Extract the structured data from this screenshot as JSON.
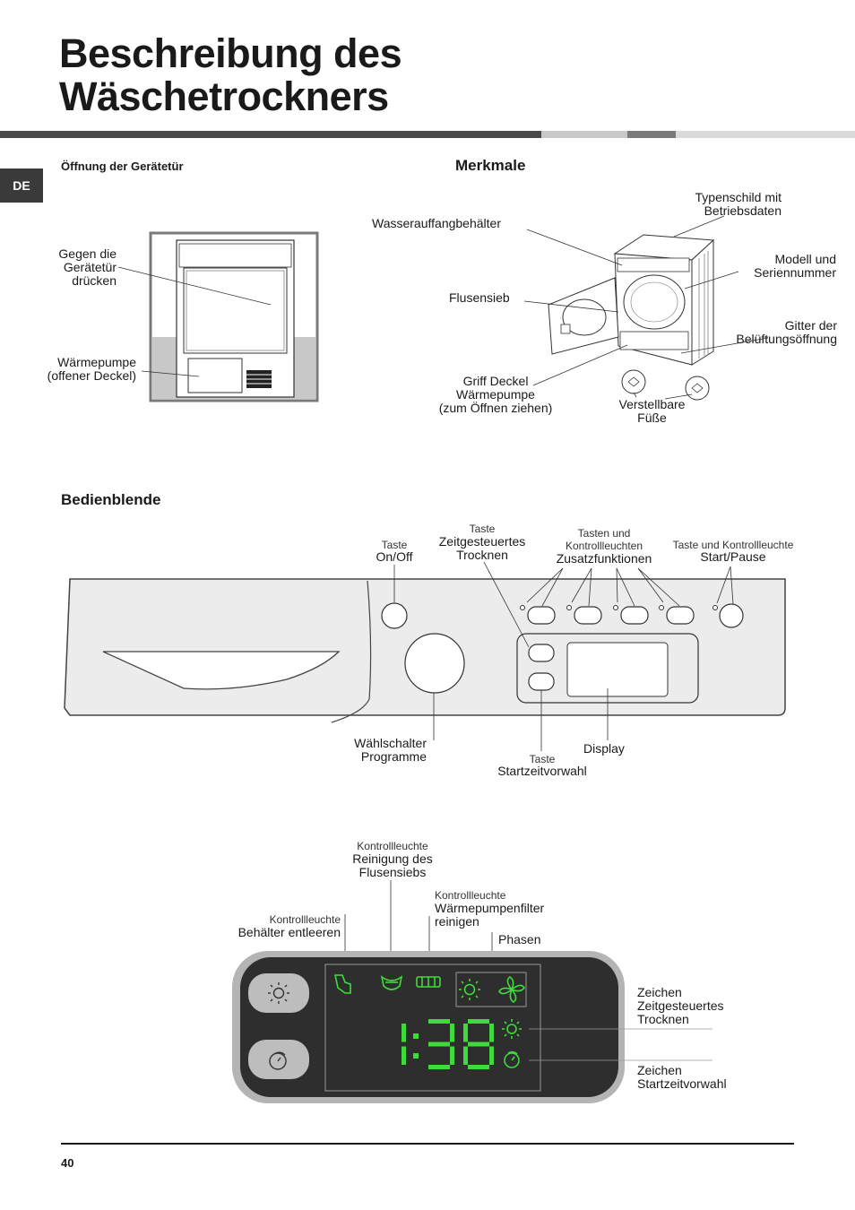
{
  "header": {
    "title_line1": "Beschreibung des",
    "title_line2": "Wäschetrockners",
    "language_tab": "DE"
  },
  "door_section": {
    "heading": "Öffnung der Gerätetür",
    "label_press_line1": "Gegen die",
    "label_press_line2": "Gerätetür",
    "label_press_line3": "drücken",
    "label_heatpump_line1": "Wärmepumpe",
    "label_heatpump_line2": "(offener Deckel)"
  },
  "features_section": {
    "heading": "Merkmale",
    "label_water_tank": "Wasserauffangbehälter",
    "label_rating_line1": "Typenschild mit",
    "label_rating_line2": "Betriebsdaten",
    "label_model_line1": "Modell und",
    "label_model_line2": "Seriennummer",
    "label_filter": "Flusensieb",
    "label_grille_line1": "Gitter der",
    "label_grille_line2": "Belüftungsöffnung",
    "label_handle_line1": "Griff Deckel",
    "label_handle_line2": "Wärmepumpe",
    "label_handle_line3": "(zum Öffnen ziehen)",
    "label_feet_line1": "Verstellbare",
    "label_feet_line2": "Füße"
  },
  "control_panel": {
    "heading": "Bedienblende",
    "onoff_small": "Taste",
    "onoff_label": "On/Off",
    "timed_small": "Taste",
    "timed_line1": "Zeitgesteuertes",
    "timed_line2": "Trocknen",
    "options_small_line1": "Tasten und",
    "options_small_line2": "Kontrollleuchten",
    "options_label": "Zusatzfunktionen",
    "start_small": "Taste und Kontrollleuchte",
    "start_label": "Start/Pause",
    "selector_line1": "Wählschalter",
    "selector_line2": "Programme",
    "delay_small": "Taste",
    "delay_label": "Startzeitvorwahl",
    "display_label": "Display"
  },
  "display_detail": {
    "empty_small": "Kontrollleuchte",
    "empty_label": "Behälter entleeren",
    "clean_filter_small": "Kontrollleuchte",
    "clean_filter_line1": "Reinigung des",
    "clean_filter_line2": "Flusensiebs",
    "hp_filter_small": "Kontrollleuchte",
    "hp_filter_line1": "Wärmepumpenfilter",
    "hp_filter_line2": "reinigen",
    "phases_label": "Phasen",
    "timed_sign_line1": "Zeichen",
    "timed_sign_line2": "Zeitgesteuertes",
    "timed_sign_line3": "Trocknen",
    "delay_sign_line1": "Zeichen",
    "delay_sign_line2": "Startzeitvorwahl",
    "time_readout": "1:38",
    "digit_color": "#3ddc3a"
  },
  "footer": {
    "page_number": "40"
  }
}
